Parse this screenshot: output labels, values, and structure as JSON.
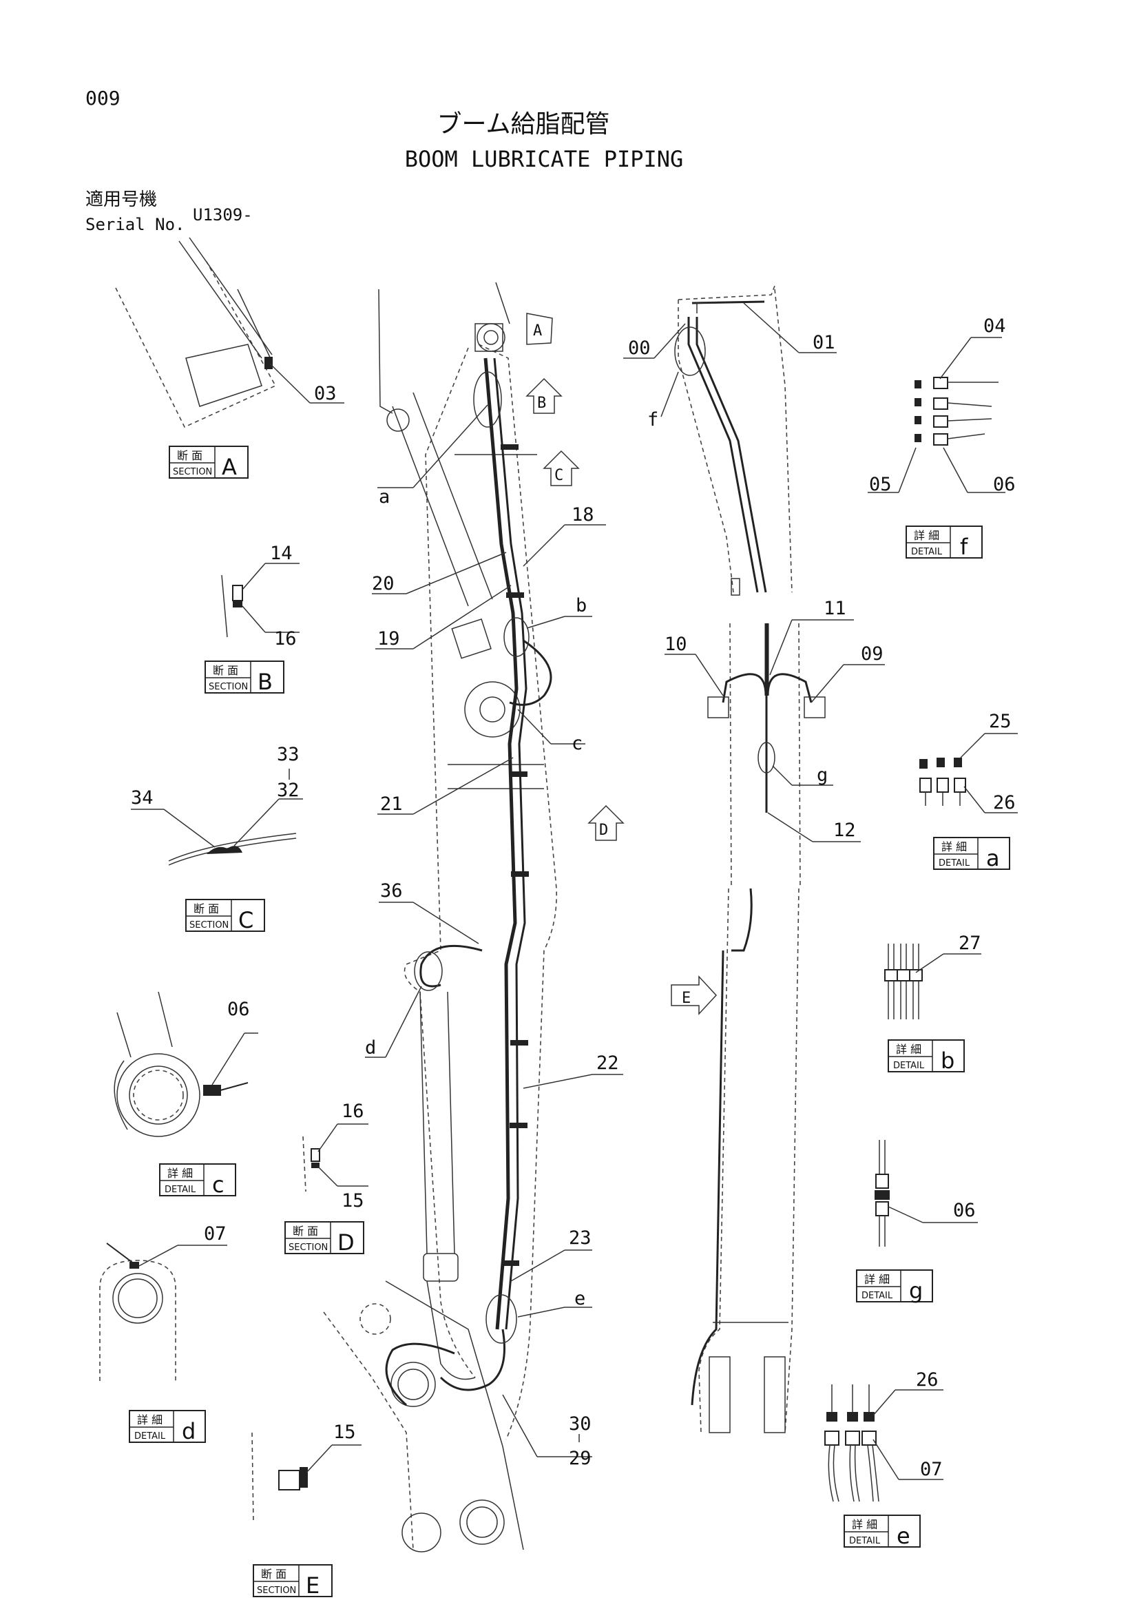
{
  "page_number": "009",
  "title_jp": "ブーム給脂配管",
  "title_en": "BOOM LUBRICATE PIPING",
  "serial": {
    "label_jp": "適用号機",
    "label_en": "Serial No.",
    "value": "U1309-"
  },
  "tag_words": {
    "section_jp": "断 面",
    "section_en": "SECTION",
    "detail_jp": "詳 細",
    "detail_en": "DETAIL"
  },
  "tags": {
    "section_A": "A",
    "section_B": "B",
    "section_C": "C",
    "section_D": "D",
    "section_E": "E",
    "detail_a": "a",
    "detail_b": "b",
    "detail_c": "c",
    "detail_d": "d",
    "detail_e": "e",
    "detail_f": "f",
    "detail_g": "g"
  },
  "view_arrows": {
    "A": "A",
    "B": "B",
    "C": "C",
    "D": "D",
    "E": "E"
  },
  "part_labels": {
    "p00": "00",
    "p01": "01",
    "p03": "03",
    "p04": "04",
    "p05": "05",
    "p06_f": "06",
    "p06_c": "06",
    "p06_g": "06",
    "p07_d": "07",
    "p07_e": "07",
    "p09": "09",
    "p10": "10",
    "p11": "11",
    "p12": "12",
    "p14": "14",
    "p15_D": "15",
    "p15_E": "15",
    "p16_B": "16",
    "p16_D": "16",
    "p18": "18",
    "p19": "19",
    "p20": "20",
    "p21": "21",
    "p22": "22",
    "p23": "23",
    "p25": "25",
    "p26_a": "26",
    "p26_e": "26",
    "p27": "27",
    "p29": "29",
    "p30": "30",
    "p32": "32",
    "p33": "33",
    "p34": "34",
    "p36": "36"
  },
  "detail_markers": {
    "a": "a",
    "b": "b",
    "c": "c",
    "d": "d",
    "e": "e",
    "f": "f",
    "g": "g"
  }
}
